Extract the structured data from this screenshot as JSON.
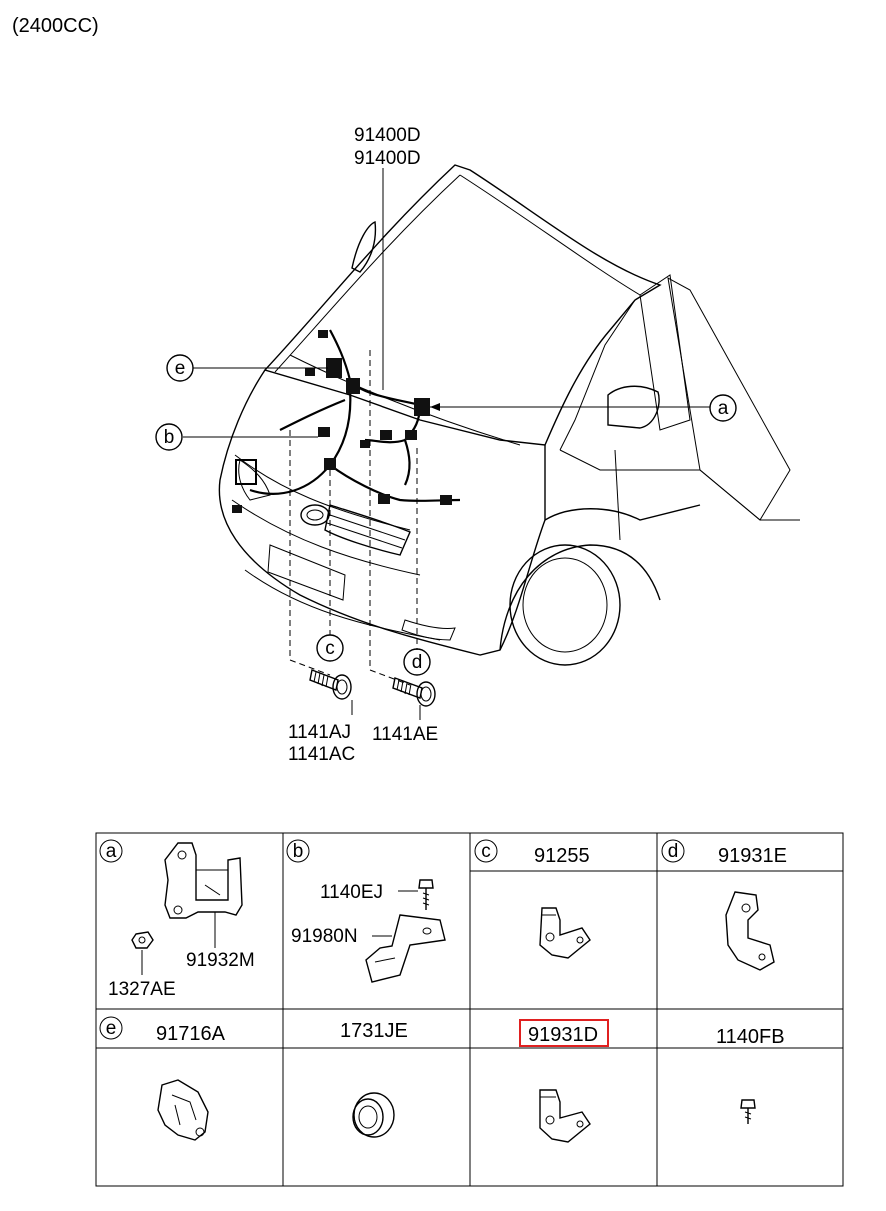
{
  "engine_label": "(2400CC)",
  "main_diagram": {
    "harness_part_1": "91400D",
    "harness_part_2": "91400D",
    "bolt_left_1": "1141AJ",
    "bolt_left_2": "1141AC",
    "bolt_right": "1141AE",
    "callouts": {
      "a": "a",
      "b": "b",
      "c": "c",
      "d": "d",
      "e": "e"
    }
  },
  "parts_table": {
    "cells": {
      "a": {
        "letter": "a",
        "part_1": "91932M",
        "part_2": "1327AE"
      },
      "b": {
        "letter": "b",
        "part_1": "1140EJ",
        "part_2": "91980N"
      },
      "c": {
        "letter": "c",
        "header": "91255"
      },
      "d": {
        "letter": "d",
        "header": "91931E"
      },
      "e": {
        "letter": "e",
        "header": "91716A"
      },
      "f": {
        "header": "1731JE"
      },
      "g": {
        "header": "91931D",
        "highlighted": true,
        "highlight_color": "#e02020"
      },
      "h": {
        "header": "1140FB"
      }
    }
  }
}
